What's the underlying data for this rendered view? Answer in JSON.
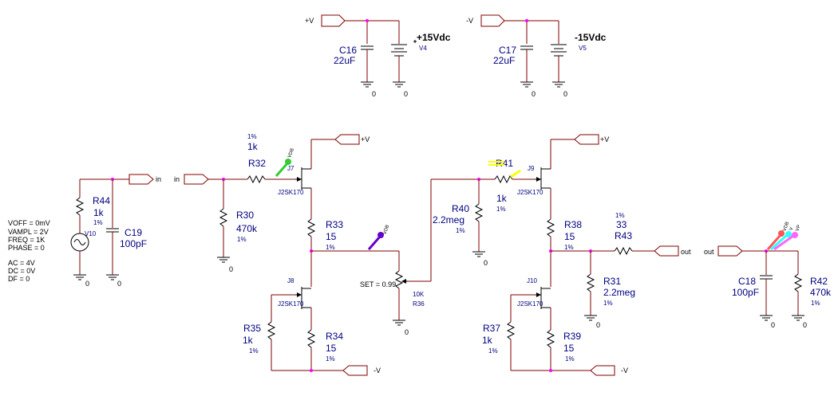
{
  "supply": {
    "pos_rail": "+V",
    "neg_rail": "-V",
    "c16": {
      "name": "C16",
      "value": "22uF"
    },
    "v4": {
      "name": "V4",
      "value": "+15Vdc"
    },
    "c17": {
      "name": "C17",
      "value": "22uF"
    },
    "v5": {
      "name": "V5",
      "value": "-15Vdc"
    }
  },
  "source": {
    "v10": "V10",
    "voff": "VOFF = 0mV",
    "vampl": "VAMPL = 2V",
    "freq": "FREQ = 1K",
    "phase": "PHASE = 0",
    "ac": "AC = 4V",
    "dc": "DC = 0V",
    "df": "DF = 0",
    "r44": {
      "name": "R44",
      "value": "1k",
      "tol": "1%"
    },
    "c19": {
      "name": "C19",
      "value": "100pF"
    }
  },
  "stage1": {
    "r32": {
      "name": "R32",
      "value": "1k",
      "tol": "1%"
    },
    "r30": {
      "name": "R30",
      "value": "470k",
      "tol": "1%"
    },
    "j7": {
      "name": "J7",
      "part": "J2SK170"
    },
    "r33": {
      "name": "R33",
      "value": "15",
      "tol": "1%"
    },
    "j8": {
      "name": "J8",
      "part": "J2SK170"
    },
    "r35": {
      "name": "R35",
      "value": "1k",
      "tol": "1%"
    },
    "r34": {
      "name": "R34",
      "value": "15",
      "tol": "1%"
    },
    "r36": {
      "name": "R36",
      "value": "10K",
      "set": "SET = 0.99"
    }
  },
  "stage2": {
    "r40": {
      "name": "R40",
      "value": "2.2meg",
      "tol": "1%"
    },
    "r41": {
      "name": "R41",
      "value": "1k",
      "tol": "1%"
    },
    "j9": {
      "name": "J9",
      "part": "J2SK170"
    },
    "r38": {
      "name": "R38",
      "value": "15",
      "tol": "1%"
    },
    "j10": {
      "name": "J10",
      "part": "J2SK170"
    },
    "r37": {
      "name": "R37",
      "value": "1k",
      "tol": "1%"
    },
    "r39": {
      "name": "R39",
      "value": "15",
      "tol": "1%"
    },
    "r31": {
      "name": "R31",
      "value": "2.2meg",
      "tol": "1%"
    },
    "r43": {
      "name": "R43",
      "value": "33",
      "tol": "1%"
    }
  },
  "load": {
    "c18": {
      "name": "C18",
      "value": "100pF"
    },
    "r42": {
      "name": "R42",
      "value": "470k",
      "tol": "1%"
    }
  },
  "nets": {
    "in": "in",
    "out": "out",
    "gnd": "0"
  },
  "probes": {
    "vdb": "VDB",
    "v": "V",
    "vp": "VP",
    "colors": {
      "green": "#33cc33",
      "yellow": "#ffff00",
      "purple": "#6600cc",
      "red": "#ff5555",
      "cyan": "#33ffff",
      "magenta": "#ff66ff"
    }
  }
}
